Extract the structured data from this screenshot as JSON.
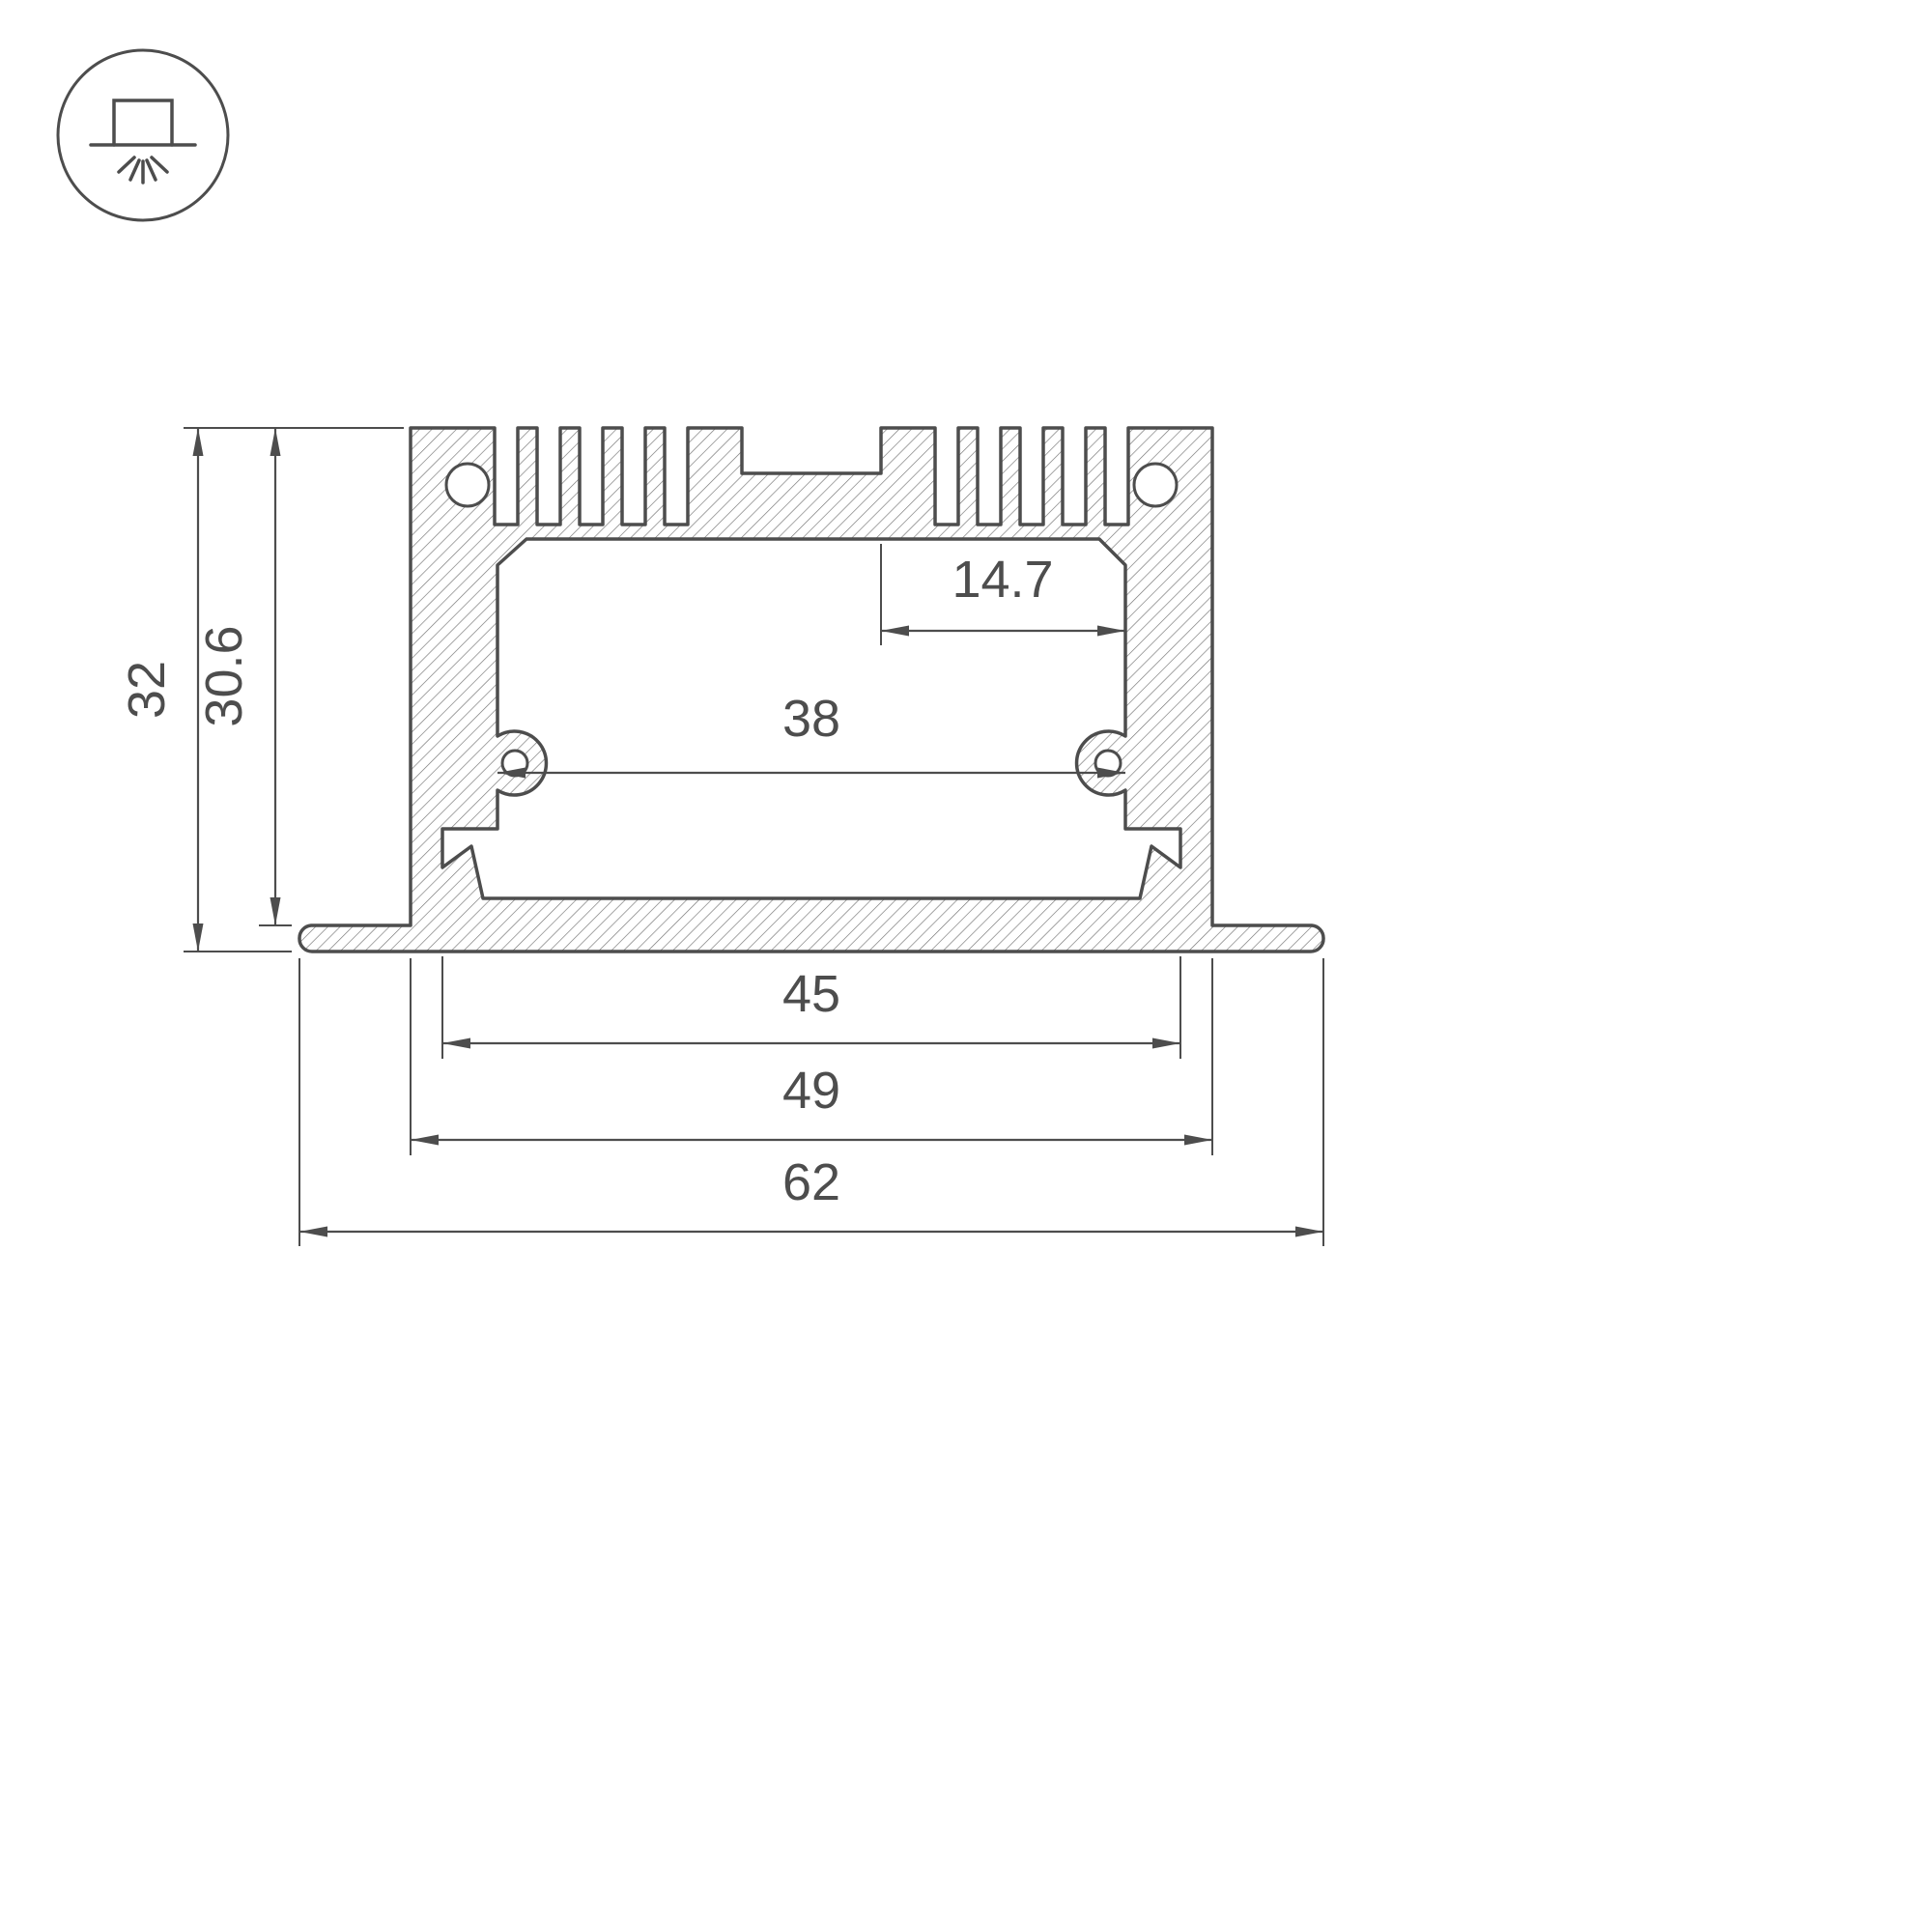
{
  "colors": {
    "background": "#ffffff",
    "line": "#4d4d4d",
    "hatch": "#737373"
  },
  "icon": {
    "name": "recessed-mount-light-icon"
  },
  "dimensions": {
    "overall_height": "32",
    "mounting_depth": "30.6",
    "top_slot_offset": "14.7",
    "inner_width": "38",
    "cutout_width": "45",
    "body_width": "49",
    "overall_width": "62"
  }
}
